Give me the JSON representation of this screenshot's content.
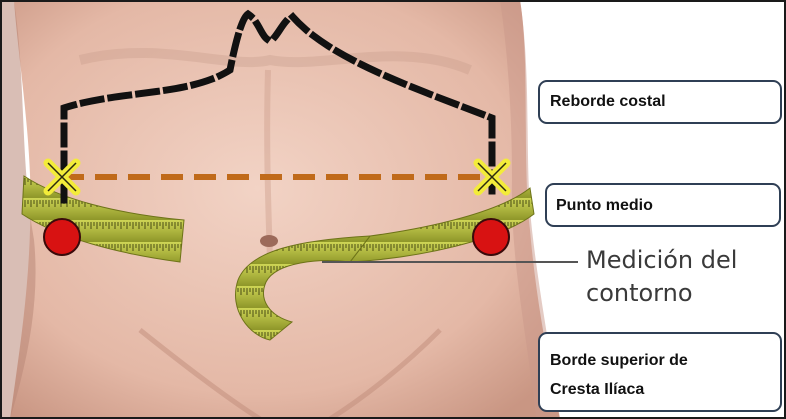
{
  "labels": {
    "reborde_costal": "Reborde costal",
    "punto_medio": "Punto medio",
    "medicion_line1": "Medición del",
    "medicion_line2": "contorno",
    "cresta_line1": "Borde superior de",
    "cresta_line2": "Cresta Ilíaca"
  },
  "colors": {
    "skin": "#e7c0b0",
    "rib_outline": "#111111",
    "midline_dashes": "#c06a1a",
    "marker_red": "#d81212",
    "marker_x": "#f3ec3a",
    "tape": "#b8c13a",
    "box_border": "#2f3f55"
  }
}
